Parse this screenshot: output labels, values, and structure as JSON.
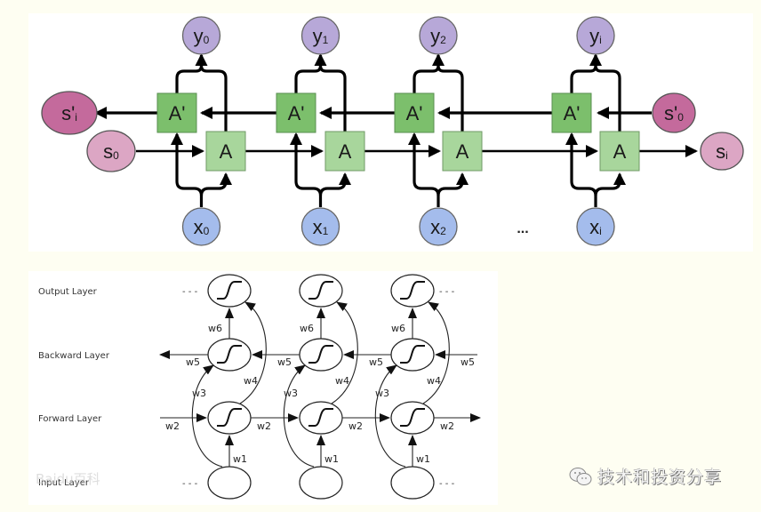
{
  "top_diagram": {
    "outputs": [
      {
        "label": "y",
        "sub": "0"
      },
      {
        "label": "y",
        "sub": "1"
      },
      {
        "label": "y",
        "sub": "2"
      },
      {
        "label": "y",
        "sub": "i"
      }
    ],
    "inputs": [
      {
        "label": "x",
        "sub": "0"
      },
      {
        "label": "x",
        "sub": "1"
      },
      {
        "label": "x",
        "sub": "2"
      },
      {
        "label": "x",
        "sub": "i"
      }
    ],
    "forward_cell_label": "A",
    "backward_cell_label": "A'",
    "s_start": {
      "label": "s",
      "sub": "0"
    },
    "s_end": {
      "label": "s",
      "sub": "i"
    },
    "s_prime_start": {
      "label": "s'",
      "sub": "0"
    },
    "s_prime_end": {
      "label": "s'",
      "sub": "i"
    },
    "ellipsis": "...",
    "colors": {
      "output_node": "#b7a8d8",
      "input_node": "#a4bcec",
      "s_node": "#dca6c4",
      "s_prime_node": "#c46a9c",
      "forward_cell": "#a8d69c",
      "backward_cell": "#7cbf6c"
    }
  },
  "bottom_diagram": {
    "layer_labels": {
      "output": "Output Layer",
      "backward": "Backward Layer",
      "forward": "Forward Layer",
      "input": "Input Layer"
    },
    "weights": {
      "w1": "w1",
      "w2": "w2",
      "w3": "w3",
      "w4": "w4",
      "w5": "w5",
      "w6": "w6"
    },
    "dots": "- - -"
  },
  "watermark": {
    "text": "技术和投资分享",
    "baidu": "Baidu百科"
  }
}
